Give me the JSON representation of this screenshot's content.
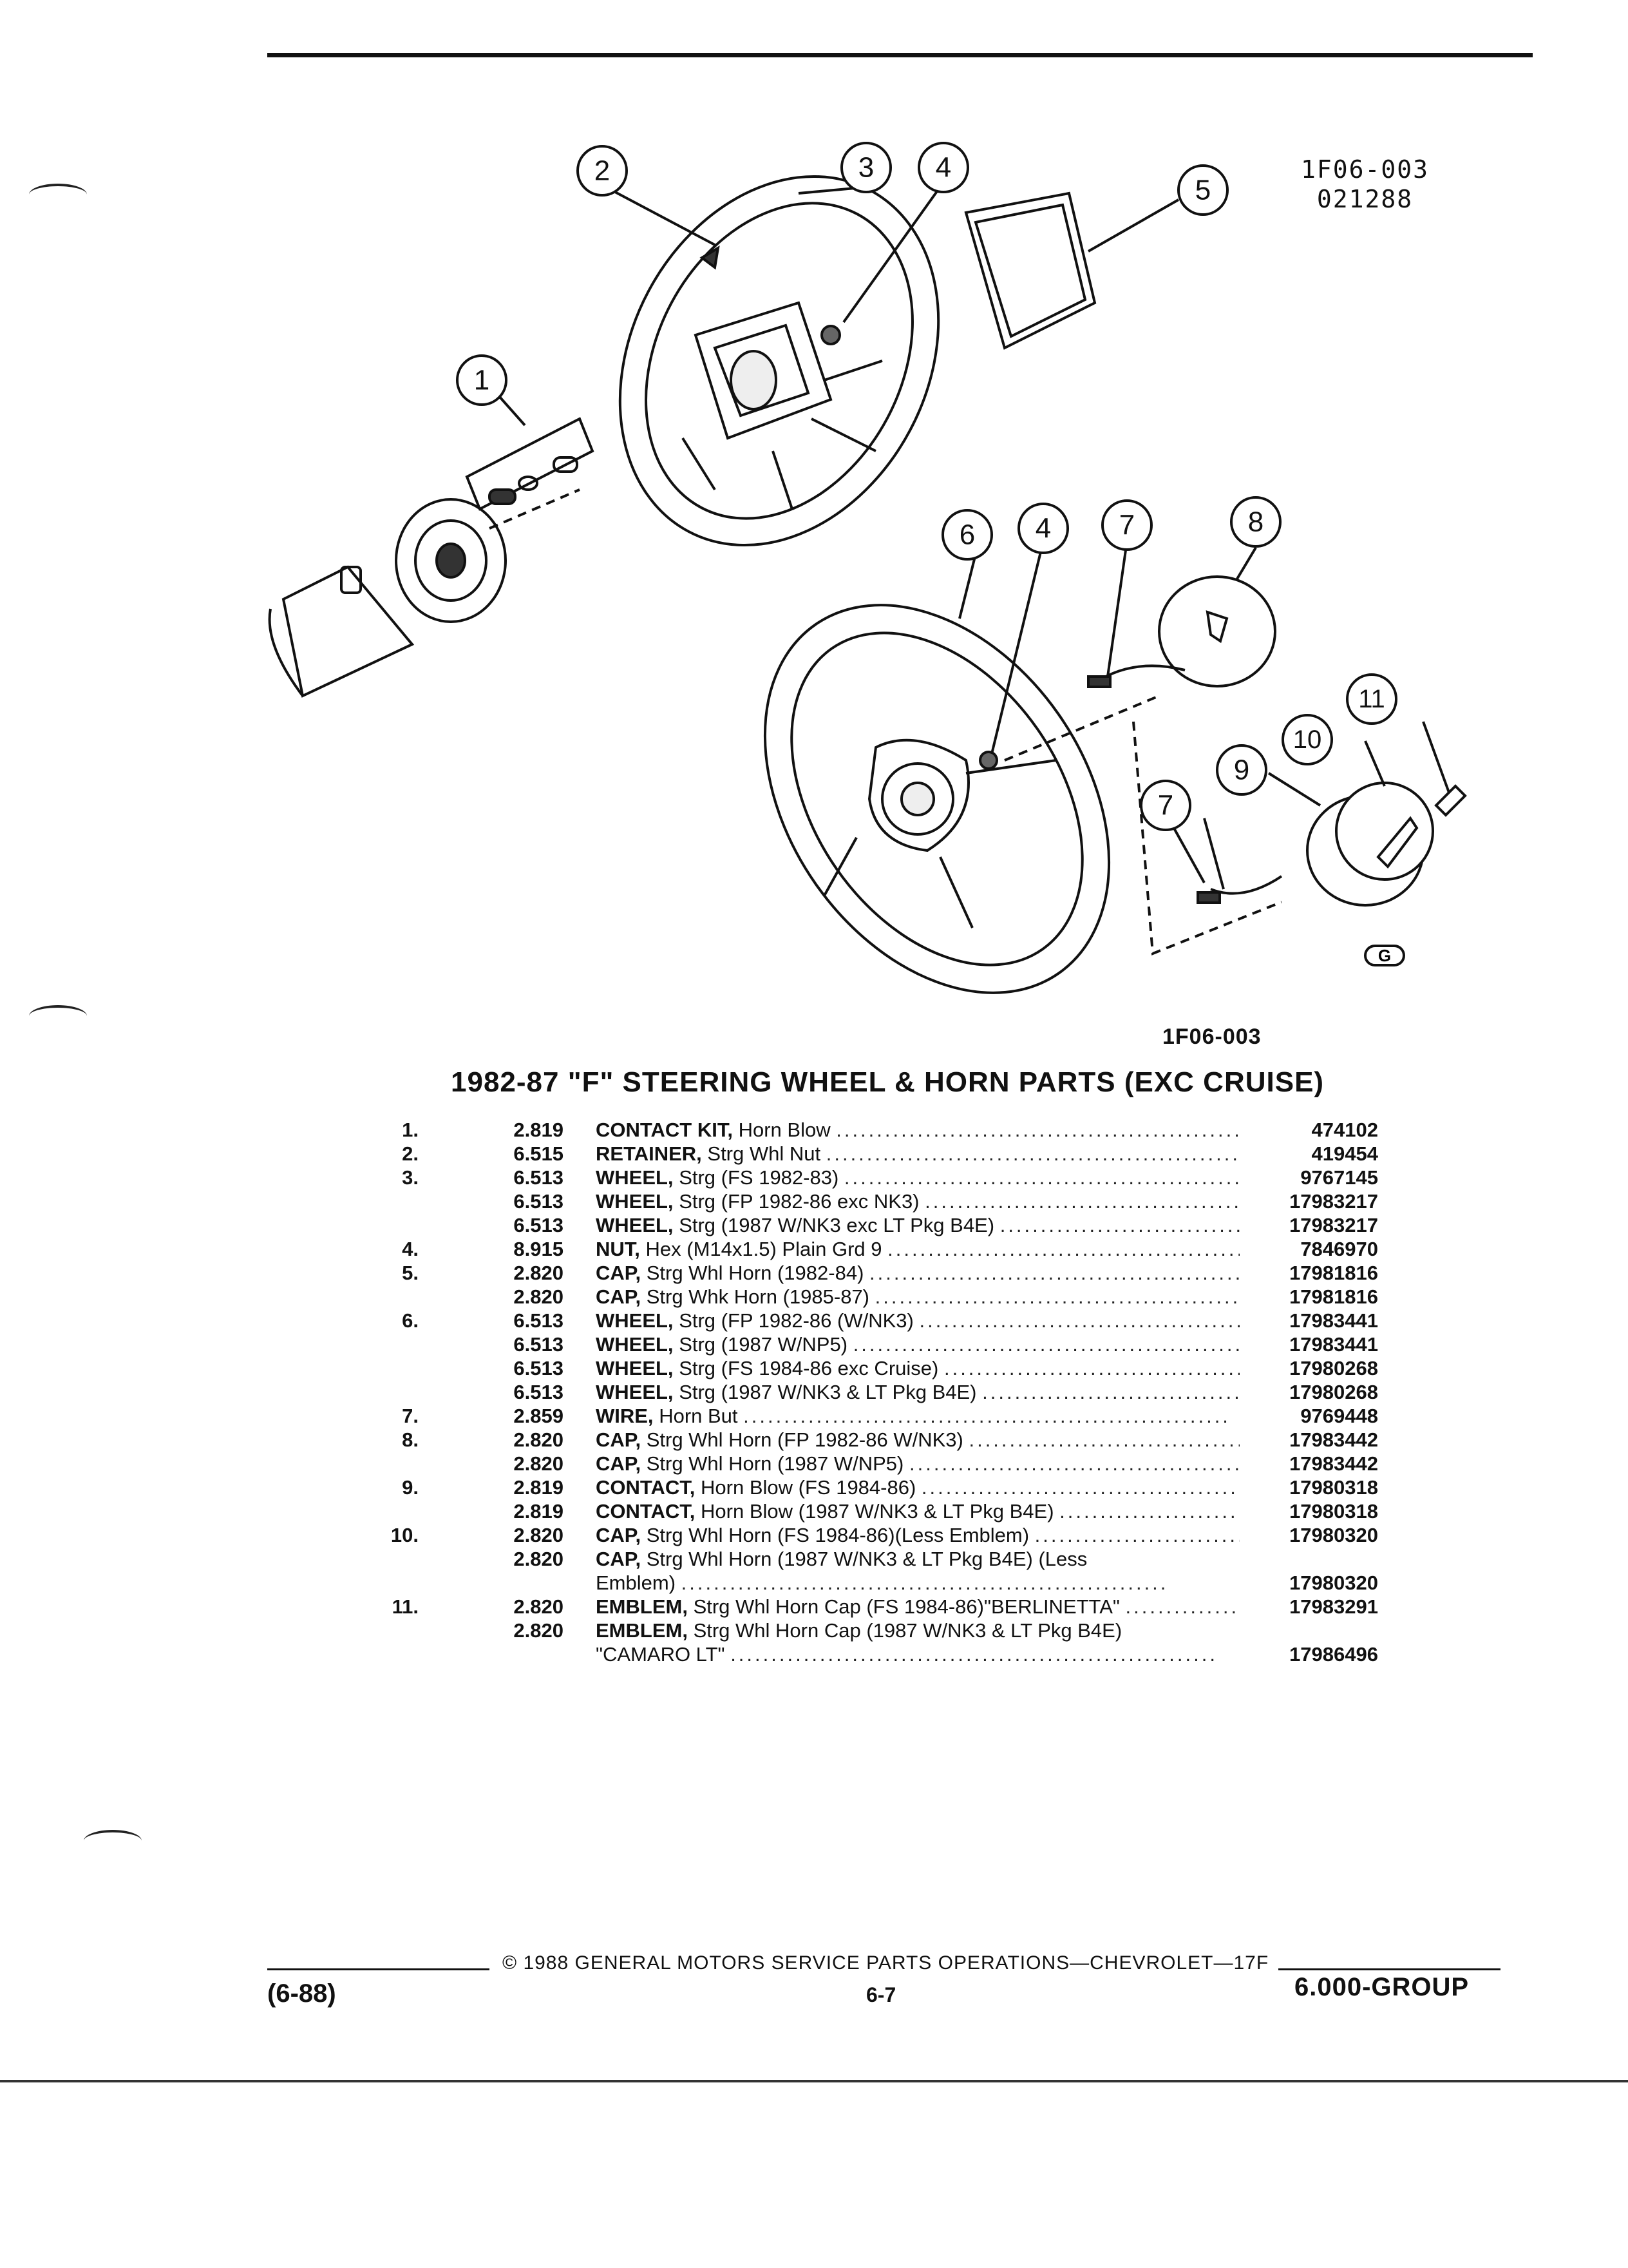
{
  "figure": {
    "code_line1": "1F06-003",
    "code_line2": "021288",
    "label": "1F06-003",
    "callouts": [
      "1",
      "2",
      "3",
      "4",
      "5",
      "4",
      "6",
      "7",
      "8",
      "9",
      "10",
      "11",
      "7"
    ],
    "logo_letter": "G"
  },
  "heading": "1982-87 \"F\" STEERING WHEEL & HORN PARTS (EXC CRUISE)",
  "parts": [
    {
      "num": "1.",
      "group": "2.819",
      "name": "CONTACT KIT,",
      "desc": "Horn Blow",
      "part": "474102"
    },
    {
      "num": "2.",
      "group": "6.515",
      "name": "RETAINER,",
      "desc": "Strg Whl Nut",
      "part": "419454"
    },
    {
      "num": "3.",
      "group": "6.513",
      "name": "WHEEL,",
      "desc": "Strg (FS 1982-83)",
      "part": "9767145"
    },
    {
      "num": "",
      "group": "6.513",
      "name": "WHEEL,",
      "desc": "Strg (FP 1982-86 exc NK3)",
      "part": "17983217"
    },
    {
      "num": "",
      "group": "6.513",
      "name": "WHEEL,",
      "desc": "Strg (1987 W/NK3 exc LT Pkg B4E)",
      "part": "17983217"
    },
    {
      "num": "4.",
      "group": "8.915",
      "name": "NUT,",
      "desc": "Hex (M14x1.5) Plain Grd 9",
      "part": "7846970"
    },
    {
      "num": "5.",
      "group": "2.820",
      "name": "CAP,",
      "desc": "Strg Whl Horn (1982-84)",
      "part": "17981816"
    },
    {
      "num": "",
      "group": "2.820",
      "name": "CAP,",
      "desc": "Strg Whk Horn (1985-87)",
      "part": "17981816"
    },
    {
      "num": "6.",
      "group": "6.513",
      "name": "WHEEL,",
      "desc": "Strg (FP 1982-86 (W/NK3)",
      "part": "17983441"
    },
    {
      "num": "",
      "group": "6.513",
      "name": "WHEEL,",
      "desc": "Strg (1987 W/NP5)",
      "part": "17983441"
    },
    {
      "num": "",
      "group": "6.513",
      "name": "WHEEL,",
      "desc": "Strg (FS 1984-86 exc Cruise)",
      "part": "17980268"
    },
    {
      "num": "",
      "group": "6.513",
      "name": "WHEEL,",
      "desc": "Strg (1987 W/NK3 & LT Pkg B4E)",
      "part": "17980268"
    },
    {
      "num": "7.",
      "group": "2.859",
      "name": "WIRE,",
      "desc": "Horn But",
      "part": "9769448"
    },
    {
      "num": "8.",
      "group": "2.820",
      "name": "CAP,",
      "desc": "Strg Whl Horn (FP 1982-86 W/NK3)",
      "part": "17983442"
    },
    {
      "num": "",
      "group": "2.820",
      "name": "CAP,",
      "desc": "Strg Whl Horn (1987 W/NP5)",
      "part": "17983442"
    },
    {
      "num": "9.",
      "group": "2.819",
      "name": "CONTACT,",
      "desc": "Horn Blow (FS 1984-86)",
      "part": "17980318"
    },
    {
      "num": "",
      "group": "2.819",
      "name": "CONTACT,",
      "desc": "Horn Blow (1987 W/NK3 & LT Pkg B4E)",
      "part": "17980318"
    },
    {
      "num": "10.",
      "group": "2.820",
      "name": "CAP,",
      "desc": "Strg Whl Horn (FS 1984-86)(Less Emblem)",
      "part": "17980320"
    },
    {
      "num": "",
      "group": "2.820",
      "name": "CAP,",
      "desc": "Strg Whl Horn (1987 W/NK3 & LT Pkg B4E) (Less",
      "part": ""
    },
    {
      "num": "",
      "group": "",
      "name": "",
      "desc": "Emblem)",
      "part": "17980320"
    },
    {
      "num": "11.",
      "group": "2.820",
      "name": "EMBLEM,",
      "desc": "Strg Whl Horn Cap (FS 1984-86)\"BERLINETTA\"",
      "part": "17983291"
    },
    {
      "num": "",
      "group": "2.820",
      "name": "EMBLEM,",
      "desc": "Strg Whl Horn Cap (1987 W/NK3 & LT Pkg B4E)",
      "part": ""
    },
    {
      "num": "",
      "group": "",
      "name": "",
      "desc": "\"CAMARO LT\"",
      "part": "17986496"
    }
  ],
  "footer": {
    "copyright": "© 1988 GENERAL MOTORS SERVICE PARTS OPERATIONS—CHEVROLET—17F",
    "page": "6-7",
    "revision": "(6-88)",
    "group": "6.000-GROUP"
  }
}
